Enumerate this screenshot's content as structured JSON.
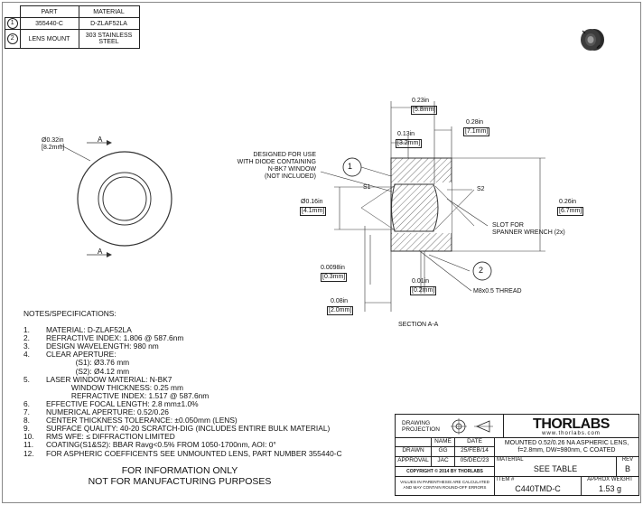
{
  "bom": {
    "headers": [
      "PART",
      "MATERIAL"
    ],
    "rows": [
      {
        "item": "1",
        "part": "355440-C",
        "material": "D-ZLAF52LA"
      },
      {
        "item": "2",
        "part": "LENS MOUNT",
        "material_line1": "303 STAINLESS",
        "material_line2": "STEEL"
      }
    ]
  },
  "front_view": {
    "dia_in": "Ø0.32in",
    "dia_mm": "[8.2mm]",
    "section_marker": "A"
  },
  "section_view": {
    "callout_1": "1",
    "callout_2": "2",
    "design_note": [
      "DESIGNED FOR USE",
      "WITH DIODE CONTAINING",
      "N-BK7 WINDOW",
      "(NOT INCLUDED)"
    ],
    "s1": "S1",
    "s2": "S2",
    "dim_023_in": "0.23in",
    "dim_023_mm": "[5.8mm]",
    "dim_013_in": "0.13in",
    "dim_013_mm": "[3.2mm]",
    "dim_028_in": "0.28in",
    "dim_028_mm": "[7.1mm]",
    "dim_026_in": "0.26in",
    "dim_026_mm": "[6.7mm]",
    "dim_016_in": "Ø0.16in",
    "dim_016_mm": "[4.1mm]",
    "dim_00098_in": "0.0098in",
    "dim_00098_mm": "[0.3mm]",
    "dim_001_in": "0.01in",
    "dim_001_mm": "[0.2mm]",
    "dim_008_in": "0.08in",
    "dim_008_mm": "[2.0mm]",
    "slot_label": [
      "SLOT FOR",
      "SPANNER WRENCH (2x)"
    ],
    "thread_label": "M8x0.5 THREAD",
    "section_label": "SECTION A-A"
  },
  "notes": {
    "title": "NOTES/SPECIFICATIONS:",
    "items": [
      {
        "num": "1.",
        "text": "MATERIAL: D-ZLAF52LA"
      },
      {
        "num": "2.",
        "text": "REFRACTIVE INDEX: 1.806 @ 587.6nm"
      },
      {
        "num": "3.",
        "text": "DESIGN WAVELENGTH: 980 nm"
      },
      {
        "num": "4.",
        "text": "CLEAR APERTURE:"
      },
      {
        "num": "",
        "text": "              (S1): Ø3.76 mm"
      },
      {
        "num": "",
        "text": "              (S2): Ø4.12 mm"
      },
      {
        "num": "5.",
        "text": "LASER WINDOW MATERIAL: N-BK7"
      },
      {
        "num": "",
        "text": "            WINDOW THICKNESS: 0.25 mm"
      },
      {
        "num": "",
        "text": "            REFRACTIVE INDEX: 1.517 @ 587.6nm"
      },
      {
        "num": "6.",
        "text": "EFFECTIVE FOCAL LENGTH: 2.8 mm±1.0%"
      },
      {
        "num": "7.",
        "text": "NUMERICAL APERTURE: 0.52/0.26"
      },
      {
        "num": "8.",
        "text": "CENTER THICKNESS TOLERANCE: ±0.050mm (LENS)"
      },
      {
        "num": "9.",
        "text": "SURFACE QUALITY: 40-20 SCRATCH-DIG (INCLUDES ENTIRE BULK MATERIAL)"
      },
      {
        "num": "10.",
        "text": "RMS WFE: ≤ DIFFRACTION LIMITED"
      },
      {
        "num": "11.",
        "text": "COATING(S1&S2): BBAR Ravg<0.5% FROM 1050-1700nm, AOI: 0°"
      },
      {
        "num": "12.",
        "text": "FOR ASPHERIC COEFFICENTS SEE UNMOUNTED LENS, PART NUMBER 355440-C"
      }
    ]
  },
  "info_line1": "FOR INFORMATION ONLY",
  "info_line2": "NOT FOR MANUFACTURING PURPOSES",
  "title_block": {
    "projection_line1": "DRAWING",
    "projection_line2": "PROJECTION",
    "brand": "THORLABS",
    "website": "www.thorlabs.com",
    "name_header": "NAME",
    "date_header": "DATE",
    "drawn_label": "DRAWN",
    "drawn_name": "GG",
    "drawn_date": "25/FEB/14",
    "approval_label": "APPROVAL",
    "approval_name": "JAC",
    "approval_date": "05/DEC/23",
    "description_line1": "MOUNTED 0.52/0.26 NA ASPHERIC LENS,",
    "description_line2": "f=2.8mm, DW=980nm, C COATED",
    "copyright": "COPYRIGHT © 2014 BY THORLABS",
    "material_label": "MATERIAL",
    "material_value": "SEE TABLE",
    "rev_label": "REV",
    "rev_value": "B",
    "disclaimer_line1": "VALUES IN PARENTHESIS ARE CALCULATED",
    "disclaimer_line2": "AND MAY CONTAIN ROUND-OFF ERRORS",
    "item_label": "ITEM #",
    "item_value": "C440TMD-C",
    "weight_label": "APPROX WEIGHT",
    "weight_value": "1.53 g"
  }
}
